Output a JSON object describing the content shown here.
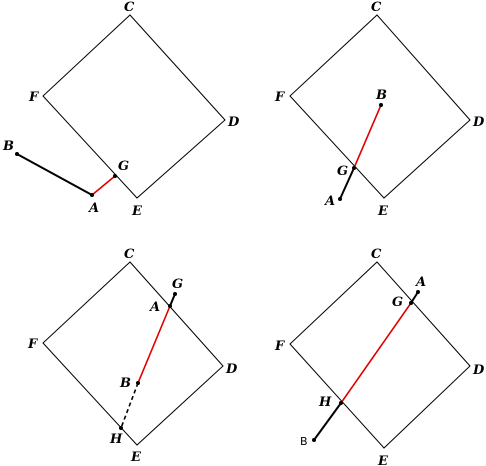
{
  "panels": [
    {
      "id": "top-left",
      "labels": {
        "C": "C",
        "D": "D",
        "E": "E",
        "F": "F",
        "A": "A",
        "B": "B",
        "G": "G"
      }
    },
    {
      "id": "top-right",
      "labels": {
        "C": "C",
        "D": "D",
        "E": "E",
        "F": "F",
        "A": "A",
        "B": "B",
        "G": "G"
      }
    },
    {
      "id": "bottom-left",
      "labels": {
        "C": "C",
        "D": "D",
        "E": "E",
        "F": "F",
        "A": "A",
        "B": "B",
        "G": "G",
        "H": "H"
      }
    },
    {
      "id": "bottom-right",
      "labels": {
        "C": "C",
        "D": "D",
        "E": "E",
        "F": "F",
        "A": "A",
        "B": "B",
        "G": "G",
        "H": "H"
      }
    }
  ],
  "colors": {
    "outline": "#000000",
    "clipped_segment": "#e00000"
  }
}
